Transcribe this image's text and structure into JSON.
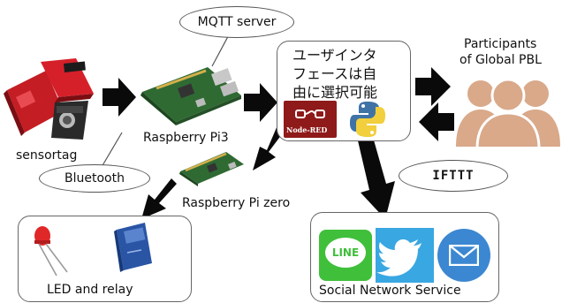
{
  "nodes": {
    "mqtt_server": "MQTT server",
    "sensortag": "sensortag",
    "raspberry_pi3": "Raspberry Pi3",
    "raspberry_pi_zero": "Raspberry Pi zero",
    "bluetooth": "Bluetooth",
    "ui_text_line1": "ユーザインタ",
    "ui_text_line2": "フェースは自",
    "ui_text_line3": "由に選択可能",
    "node_red_label": "Node-RED",
    "participants_line1": "Participants",
    "participants_line2": "of Global PBL",
    "led_and_relay": "LED and relay",
    "social_network_service": "Social Network Service",
    "ifttt_logo": "IFTTT",
    "line_logo": "LINE"
  },
  "icons": [
    "sensortag-device-image",
    "raspberry-pi3-board-image",
    "raspberry-pi-zero-board-image",
    "node-red-icon",
    "python-icon",
    "participants-people-icon",
    "led-icon",
    "relay-module-icon",
    "ifttt-logo",
    "line-icon",
    "twitter-bird-icon",
    "mail-envelope-icon"
  ],
  "colors": {
    "arrow": "#0a0a0a",
    "people": "#d9a98a",
    "node_red": "#8f1a1a",
    "python_blue": "#3f73a6",
    "python_yellow": "#f2cf3c",
    "line_green": "#3fbf3a",
    "twitter_blue": "#39a7e2",
    "mail_blue": "#3c87d1",
    "board_green": "#2f6a33",
    "sensortag_red": "#d5202a"
  }
}
